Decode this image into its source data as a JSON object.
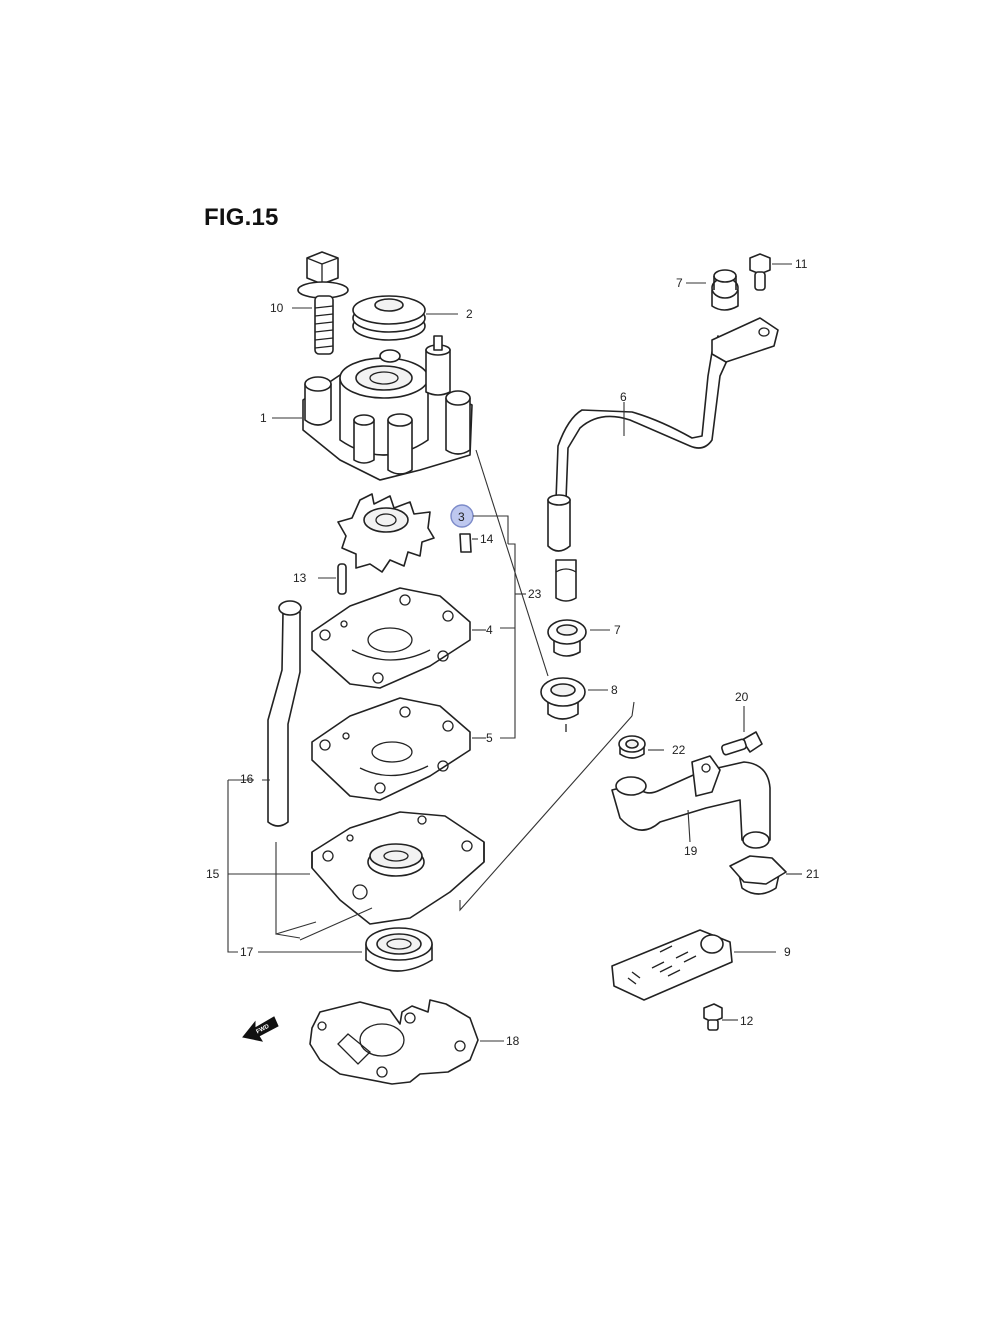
{
  "figure": {
    "title": "FIG.15"
  },
  "callouts": {
    "c1": "1",
    "c2": "2",
    "c3": "3",
    "c4": "4",
    "c5": "5",
    "c6": "6",
    "c7a": "7",
    "c7b": "7",
    "c8": "8",
    "c9": "9",
    "c10": "10",
    "c11": "11",
    "c12": "12",
    "c13": "13",
    "c14": "14",
    "c15": "15",
    "c16": "16",
    "c17": "17",
    "c18": "18",
    "c19": "19",
    "c20": "20",
    "c21": "21",
    "c22": "22",
    "c23": "23"
  },
  "direction_badge": {
    "text": "FWD"
  },
  "highlight_color": "#b7c3ee"
}
